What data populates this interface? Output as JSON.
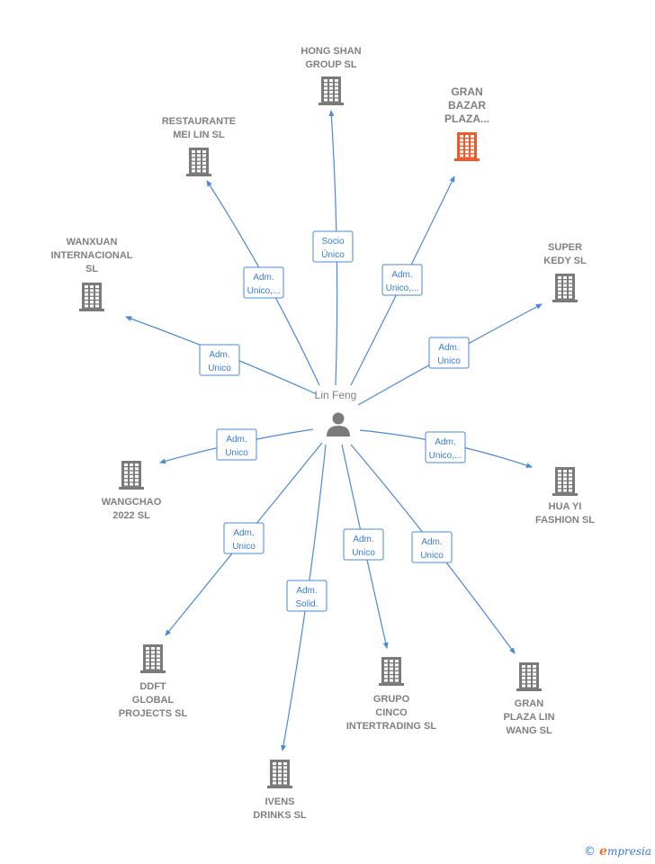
{
  "center": {
    "name": "Lin Feng",
    "icon": "person-icon"
  },
  "colors": {
    "edge": "#4a8ad6",
    "building": "#7a7a7a",
    "highlight": "#f05a2a",
    "label": "#808080"
  },
  "nodes": [
    {
      "id": "hong-shan",
      "lines": [
        "HONG SHAN",
        "GROUP SL"
      ],
      "edge_label": [
        "Socio",
        "Único"
      ],
      "highlight": false
    },
    {
      "id": "gran-bazar",
      "lines": [
        "GRAN",
        "BAZAR",
        "PLAZA..."
      ],
      "edge_label": [
        "Adm.",
        "Unico,..."
      ],
      "highlight": true
    },
    {
      "id": "restaurante",
      "lines": [
        "RESTAURANTE",
        "MEI LIN  SL"
      ],
      "edge_label": [
        "Adm.",
        "Unico,..."
      ],
      "highlight": false
    },
    {
      "id": "super-kedy",
      "lines": [
        "SUPER",
        "KEDY  SL"
      ],
      "edge_label": [
        "Adm.",
        "Unico"
      ],
      "highlight": false
    },
    {
      "id": "wanxuan",
      "lines": [
        "WANXUAN",
        "INTERNACIONAL",
        "SL"
      ],
      "edge_label": [
        "Adm.",
        "Unico"
      ],
      "highlight": false
    },
    {
      "id": "hua-yi",
      "lines": [
        "HUA YI",
        "FASHION  SL"
      ],
      "edge_label": [
        "Adm.",
        "Unico,..."
      ],
      "highlight": false
    },
    {
      "id": "wangchao",
      "lines": [
        "WANGCHAO",
        "2022  SL"
      ],
      "edge_label": [
        "Adm.",
        "Unico"
      ],
      "highlight": false
    },
    {
      "id": "ddft",
      "lines": [
        "DDFT",
        "GLOBAL",
        "PROJECTS  SL"
      ],
      "edge_label": [
        "Adm.",
        "Unico"
      ],
      "highlight": false
    },
    {
      "id": "grupo-cinco",
      "lines": [
        "GRUPO",
        "CINCO",
        "INTERTRADING SL"
      ],
      "edge_label": [
        "Adm.",
        "Unico"
      ],
      "highlight": false
    },
    {
      "id": "gran-plaza",
      "lines": [
        "GRAN",
        "PLAZA LIN",
        "WANG  SL"
      ],
      "edge_label": [
        "Adm.",
        "Unico"
      ],
      "highlight": false
    },
    {
      "id": "ivens",
      "lines": [
        "IVENS",
        "DRINKS  SL"
      ],
      "edge_label": [
        "Adm.",
        "Solid."
      ],
      "highlight": false
    }
  ],
  "brand": {
    "copyright": "©",
    "name_initial": "e",
    "name_rest": "mpresia"
  }
}
